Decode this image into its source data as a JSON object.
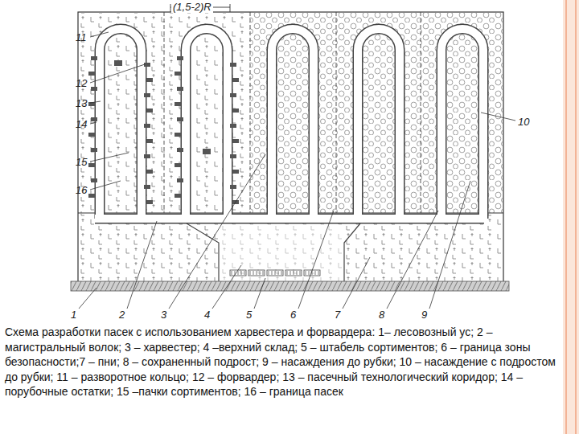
{
  "diagram": {
    "caption": "Схема разработки пасек с использованием харвестера и форвардера: 1– лесовозный ус; 2 – магистральный волок; 3 – харвестер; 4 –верхний склад; 5 – штабель сортиментов; 6 – граница зоны безопасности;7 – пни; 8 – сохраненный подрост; 9 – насаждения до рубки; 10 – насаждение с подростом до рубки; 11 – разворотное кольцо; 12 – форвардер; 13 – пасечный технологический коридор; 14 – порубочные остатки; 15 –пачки сортиментов; 16 – граница пасек",
    "labels": [
      "(1,5-2)R",
      "11",
      "12",
      "13",
      "14",
      "15",
      "16",
      "10",
      "1",
      "2",
      "3",
      "4",
      "5",
      "6",
      "7",
      "8",
      "9"
    ]
  }
}
